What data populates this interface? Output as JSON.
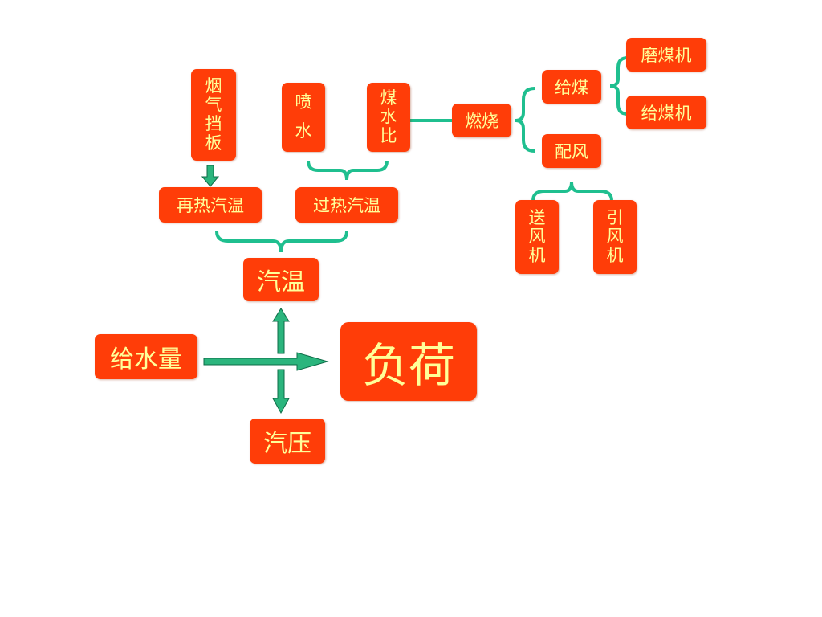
{
  "colors": {
    "box_fill": "#ff3d08",
    "box_text": "#ffff99",
    "connector": "#1fbf8f",
    "arrow": "#2bb57d"
  },
  "nodes": {
    "flue_gas_baffle": "烟气挡板",
    "spray_water": "喷水",
    "coal_water_ratio": "煤水比",
    "combustion": "燃烧",
    "coal_feed": "给煤",
    "mill": "磨煤机",
    "coal_feeder": "给煤机",
    "air_distribution": "配风",
    "reheat_steam_temp": "再热汽温",
    "superheat_steam_temp": "过热汽温",
    "forced_draft_fan": "送风机",
    "induced_draft_fan": "引风机",
    "steam_temp": "汽温",
    "feedwater_flow": "给水量",
    "load": "负荷",
    "steam_pressure": "汽压"
  }
}
